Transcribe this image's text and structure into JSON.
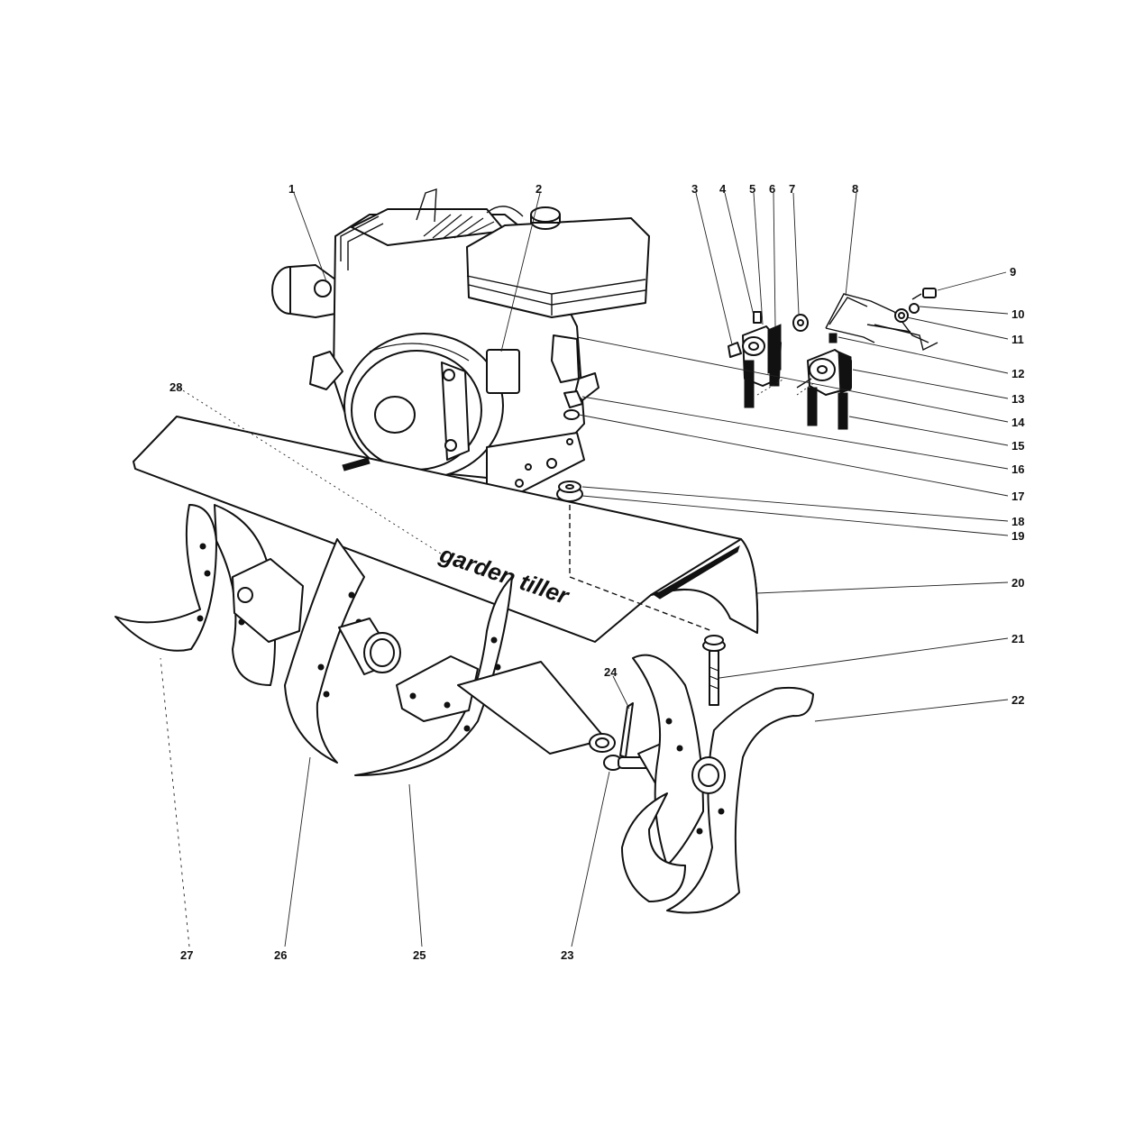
{
  "brand": {
    "text": "garden tiller"
  },
  "callouts": [
    {
      "id": "1",
      "label": "1"
    },
    {
      "id": "2",
      "label": "2"
    },
    {
      "id": "3",
      "label": "3"
    },
    {
      "id": "4",
      "label": "4"
    },
    {
      "id": "5",
      "label": "5"
    },
    {
      "id": "6",
      "label": "6"
    },
    {
      "id": "7",
      "label": "7"
    },
    {
      "id": "8",
      "label": "8"
    },
    {
      "id": "9",
      "label": "9"
    },
    {
      "id": "10",
      "label": "10"
    },
    {
      "id": "11",
      "label": "11"
    },
    {
      "id": "12",
      "label": "12"
    },
    {
      "id": "13",
      "label": "13"
    },
    {
      "id": "14",
      "label": "14"
    },
    {
      "id": "15",
      "label": "15"
    },
    {
      "id": "16",
      "label": "16"
    },
    {
      "id": "17",
      "label": "17"
    },
    {
      "id": "18",
      "label": "18"
    },
    {
      "id": "19",
      "label": "19"
    },
    {
      "id": "20",
      "label": "20"
    },
    {
      "id": "21",
      "label": "21"
    },
    {
      "id": "22",
      "label": "22"
    },
    {
      "id": "23",
      "label": "23"
    },
    {
      "id": "24",
      "label": "24"
    },
    {
      "id": "25",
      "label": "25"
    },
    {
      "id": "26",
      "label": "26"
    },
    {
      "id": "27",
      "label": "27"
    },
    {
      "id": "28",
      "label": "28"
    }
  ]
}
